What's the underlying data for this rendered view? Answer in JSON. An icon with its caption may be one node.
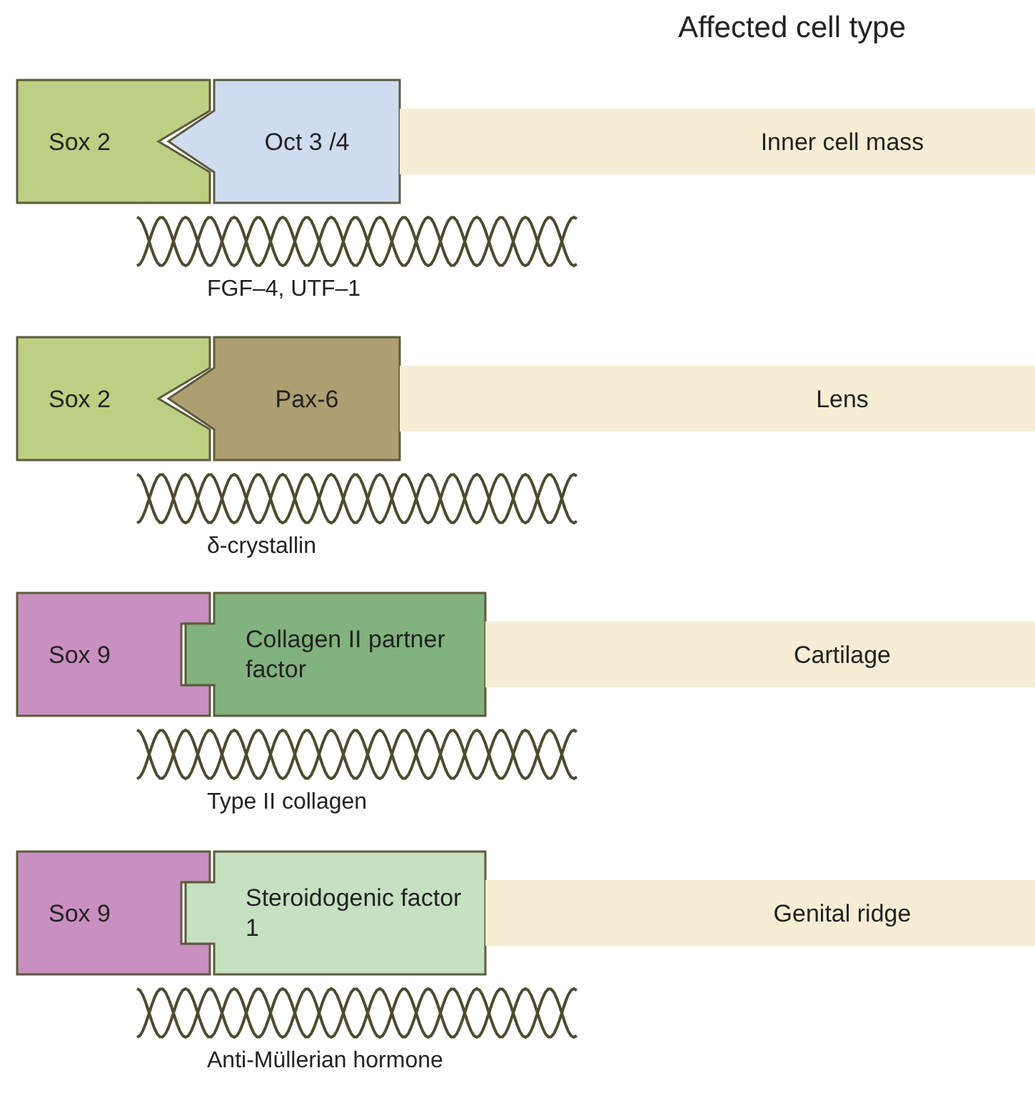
{
  "diagram": {
    "nodes": [
      {
        "text": [
          "Sox 2"
        ]
      },
      {
        "text": [
          "Oct 3 /4"
        ]
      },
      {
        "text": [
          "Inner cell mass"
        ]
      },
      {
        "text": [
          "Sox 2"
        ]
      },
      {
        "text": [
          "Pax-6"
        ]
      },
      {
        "text": [
          "Lens"
        ]
      },
      {
        "text": [
          "Sox 9"
        ]
      },
      {
        "text": [
          "Collagen II partner factor"
        ]
      },
      {
        "text": [
          "Cartilage"
        ]
      },
      {
        "text": [
          "Sox 9"
        ]
      },
      {
        "text": [
          "Steroidogenic factor 1"
        ]
      },
      {
        "text": [
          "Genital ridge"
        ]
      }
    ],
    "labels": [
      "Affected cell type",
      "FGF–4, UTF–1",
      "δ-crystallin",
      "Type II collagen",
      "Anti-Müllerian hormone"
    ]
  }
}
